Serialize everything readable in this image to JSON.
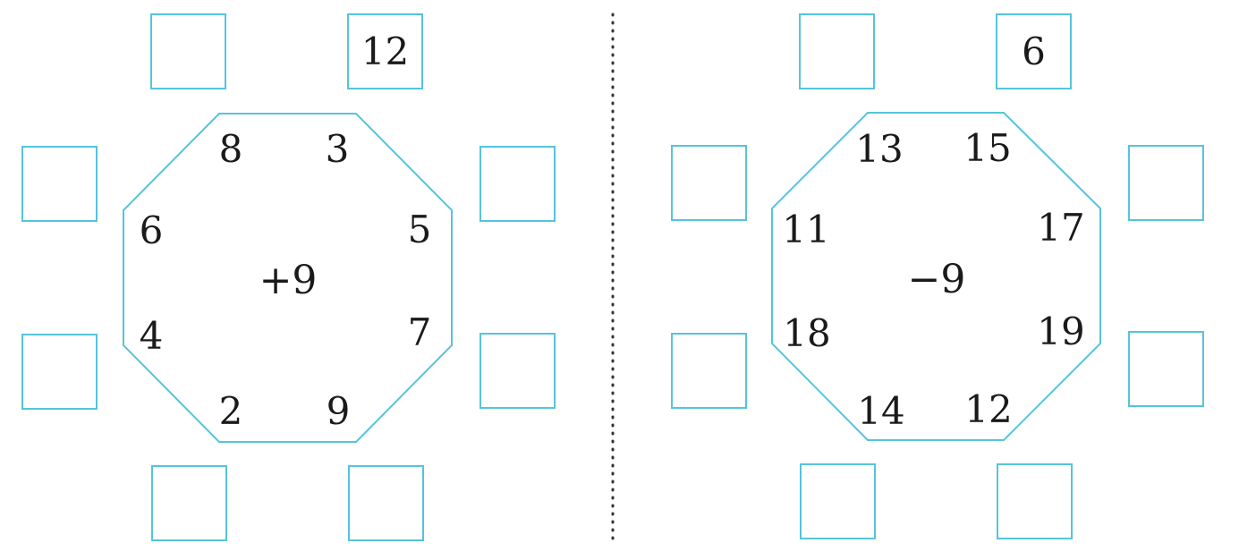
{
  "colors": {
    "outline": "#55c4dc",
    "text": "#1a1a1a",
    "separator": "#333333"
  },
  "left_puzzle": {
    "operation": "+9",
    "inner_numbers": [
      "8",
      "3",
      "5",
      "7",
      "9",
      "2",
      "4",
      "6"
    ],
    "answer_boxes": [
      "",
      "12",
      "",
      "",
      "",
      "",
      "",
      ""
    ]
  },
  "right_puzzle": {
    "operation": "−9",
    "inner_numbers": [
      "13",
      "15",
      "17",
      "19",
      "12",
      "14",
      "18",
      "11"
    ],
    "answer_boxes": [
      "",
      "6",
      "",
      "",
      "",
      "",
      "",
      ""
    ]
  }
}
